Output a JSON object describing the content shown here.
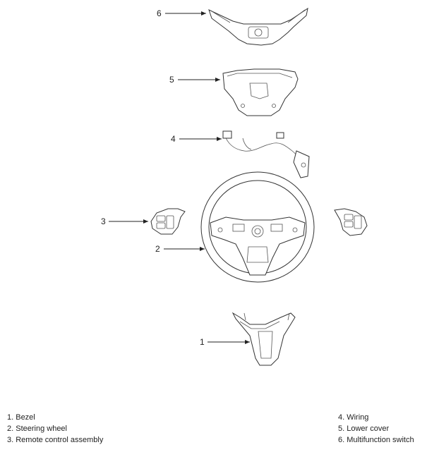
{
  "callouts": {
    "c1": "1",
    "c2": "2",
    "c3": "3",
    "c4": "4",
    "c5": "5",
    "c6": "6"
  },
  "legend": {
    "left": [
      "1. Bezel",
      "2. Steering wheel",
      "3. Remote control assembly"
    ],
    "right": [
      "4. Wiring",
      "5. Lower cover",
      "6. Multifunction switch"
    ]
  }
}
